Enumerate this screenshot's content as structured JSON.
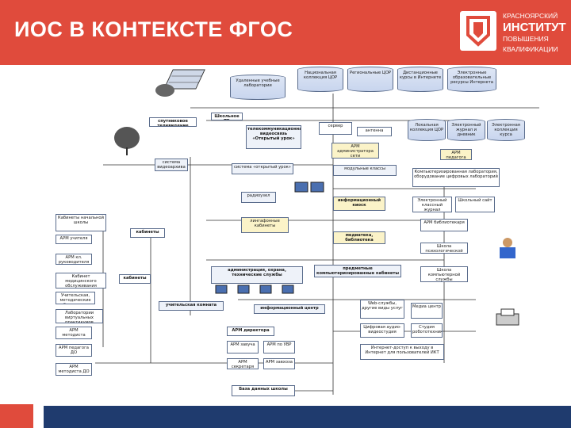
{
  "header": {
    "title": "ИОС В КОНТЕКСТЕ ФГОС"
  },
  "logo": {
    "line1": "КРАСНОЯРСКИЙ",
    "line2": "ИНСТИТУТ",
    "line3": "ПОВЫШЕНИЯ",
    "line4": "КВАЛИФИКАЦИИ"
  },
  "colors": {
    "header": "#e04b3c",
    "footer": "#1f3b6e"
  },
  "diagram": {
    "repos": [
      "Национальная коллекция ЦОР",
      "Региональные ЦОР",
      "Дистанционные курсы в Интернете",
      "Электронные образовательные ресурсы Интернета"
    ],
    "remote_lab": "Удаленные учебные лаборатории",
    "school_tv": "Школьное ТВ",
    "satellite": "спутниковое телевидение",
    "comp_server": "сервер",
    "comp_antenna": "антенна",
    "local_db": [
      "Локальная коллекция ЦОР",
      "Электронный журнал и дневник",
      "Электронная коллекция курса"
    ],
    "arm_admin": "АРМ администратора сети",
    "arm_pedagog": "АРМ педагога",
    "open_lesson": "телекоммуникационная видеосвязь «Открытый урок»",
    "sys_open": "система «открытый урок»",
    "video_arch": "система видеоархива",
    "radio": "радиоузел",
    "modular": "модульные классы",
    "info_kiosk": "информационный киоск",
    "comp_equip": "Компьютеризированная лаборатория, оборудование цифровых лабораторий",
    "e_journal": "Электронный классный журнал",
    "school_site": "Школьный сайт",
    "arm_library": "АРМ библиотекаря",
    "lang_cab": "лингафонные кабинеты",
    "mediateka": "медиатека, библиотека",
    "learn_cab": "Кабинеты начальной школы",
    "cabinets": "кабинеты",
    "arm_teacher": "АРМ учителя",
    "arm_class": "АРМ кл. руководителя",
    "hygiene": "Кабинет медицинского обслуживания",
    "corr_cab": "кабинеты",
    "admin": "администрация, охрана, технические службы",
    "computer_classes": "предметные компьютеризированные кабинеты и классы",
    "teachers_room": "учительская комната",
    "info_center": "информационный центр",
    "web_services": "Web-службы, другие виды услуг",
    "multimedia": "Медиа центр",
    "robotics": "Студия робототехники",
    "digital_studio": "Цифровая аудио-видеостудия",
    "psych": "Школа психологической службы",
    "health": "Школа компьютерной службы",
    "arm_director": "АРМ директора",
    "arm_zavuch": "АРМ завуча",
    "arm_uvr": "АРМ по УВР",
    "arm_secretary": "АРМ секретаря",
    "arm_hoz": "АРМ завхоза",
    "lab_class": "Лаборатории виртуальных практикумов",
    "arm_methodist": "АРМ методиста",
    "arm_dist": "АРМ педагога ДО",
    "arm_metod_do": "АРМ методиста ДО",
    "gym": "Учительская, методические объединения",
    "internet": "Интернет-доступ к выходу в Интернет для пользователей ИКТ",
    "school_db": "База данных школы"
  }
}
